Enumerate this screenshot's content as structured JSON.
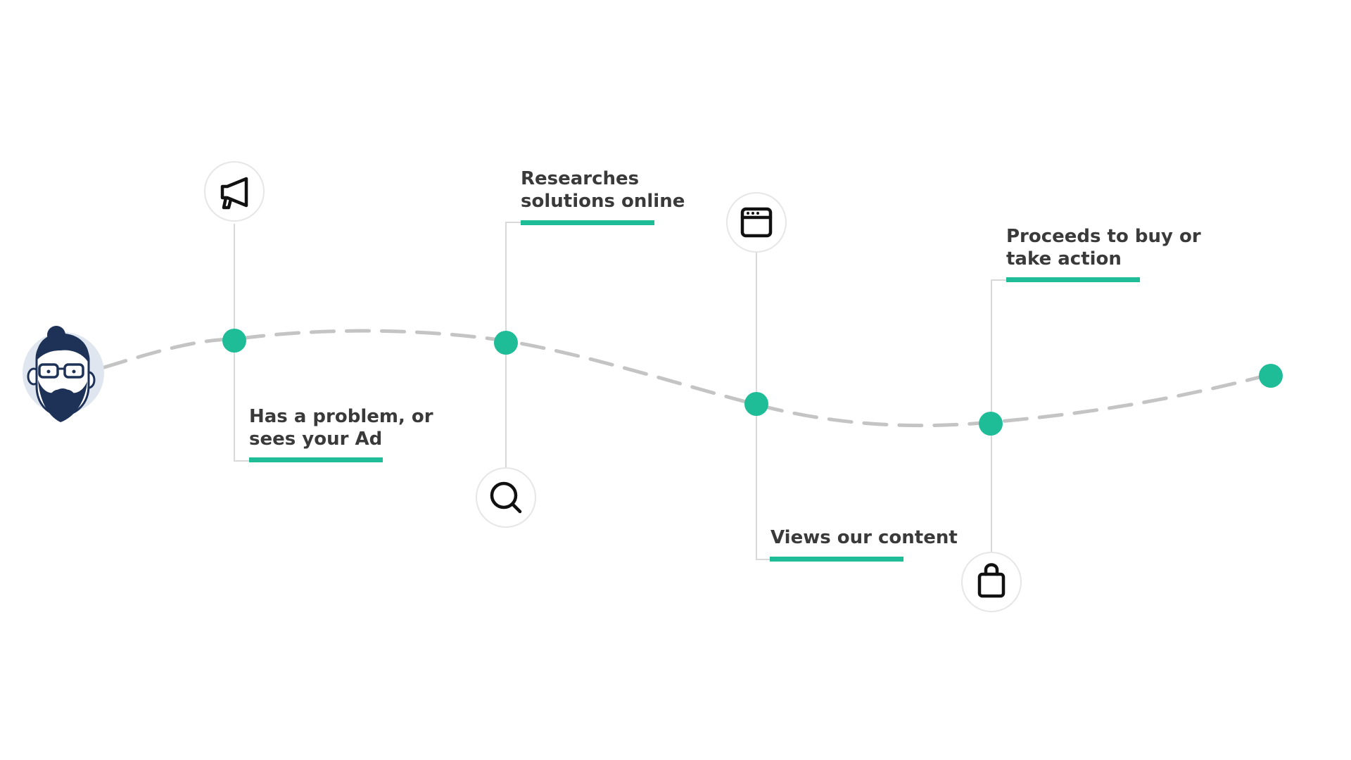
{
  "colors": {
    "accent": "#1fbc98",
    "path": "#c4c4c4",
    "connector": "#d9d9d9",
    "text": "#3a3a3a",
    "avatar_bg": "#dfe6ef",
    "avatar_ink": "#1e3257"
  },
  "persona": {
    "icon": "bearded-man-avatar-icon"
  },
  "steps": [
    {
      "label_line1": "Has a problem, or",
      "label_line2": "sees your Ad",
      "icon": "megaphone-icon"
    },
    {
      "label_line1": "Researches",
      "label_line2": "solutions online",
      "icon": "search-icon"
    },
    {
      "label_line1": "Views our content",
      "label_line2": "",
      "icon": "browser-window-icon"
    },
    {
      "label_line1": "Proceeds to buy or",
      "label_line2": "take action",
      "icon": "shopping-bag-icon"
    }
  ],
  "end_point": {
    "icon": "journey-end-dot"
  }
}
